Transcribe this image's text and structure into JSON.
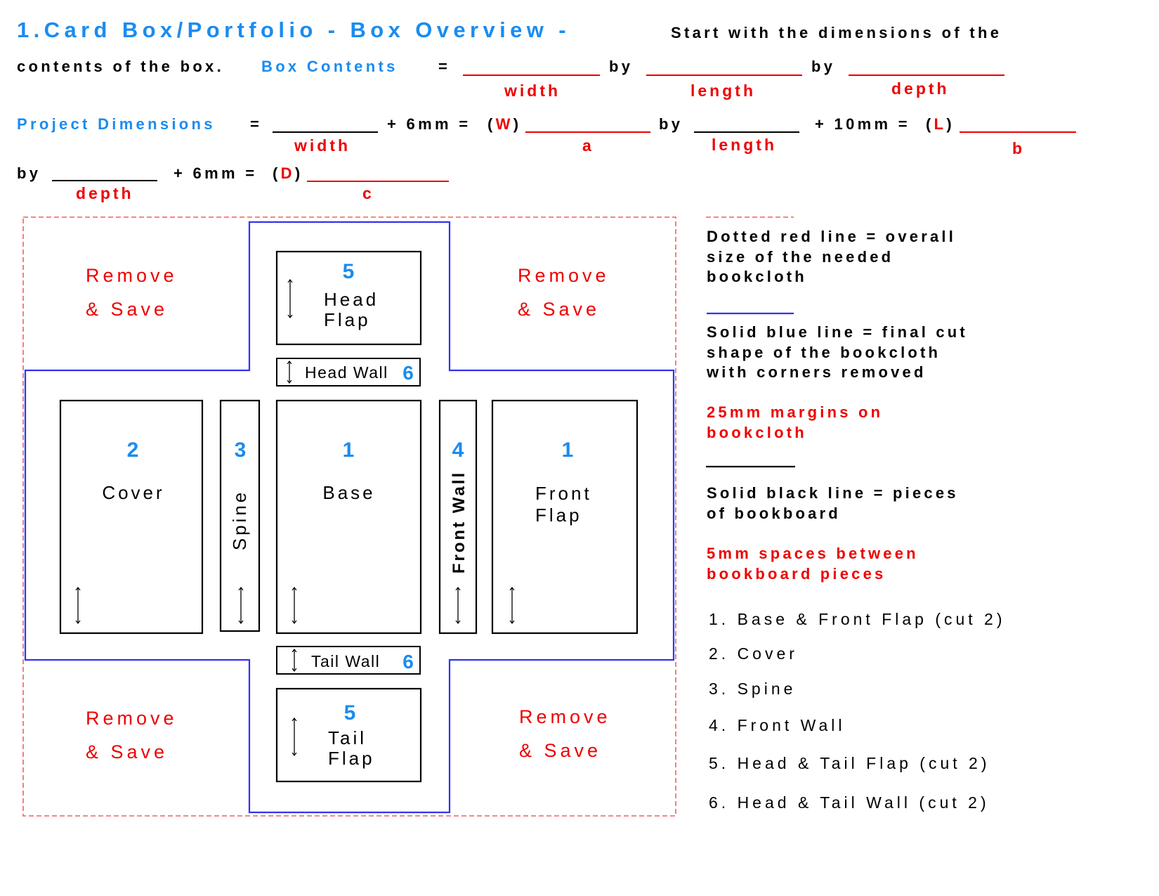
{
  "heading": {
    "title": "1.Card Box/Portfolio - Box Overview -",
    "intro_line1": "Start with the dimensions of the",
    "intro_line2": "contents of the box.",
    "box_contents_label": "Box Contents",
    "equals": "=",
    "by": "by",
    "box_contents_fields": [
      "width",
      "length",
      "depth"
    ]
  },
  "project": {
    "label": "Project Dimensions",
    "equals": "=",
    "by": "by",
    "width_field": "width",
    "width_add": "+ 6mm =",
    "width_letter": "W",
    "width_result": "a",
    "length_field": "length",
    "length_add": "+ 10mm =",
    "length_letter": "L",
    "length_result": "b",
    "depth_field": "depth",
    "depth_add": "+ 6mm =",
    "depth_letter": "D",
    "depth_result": "c"
  },
  "diagram": {
    "corner_line1": "Remove",
    "corner_line2": "& Save",
    "pieces": [
      {
        "number": "5",
        "label_line1": "Head",
        "label_line2": "Flap"
      },
      {
        "number": "6",
        "label": "Head Wall"
      },
      {
        "number": "2",
        "label": "Cover"
      },
      {
        "number": "3",
        "label": "Spine"
      },
      {
        "number": "1",
        "label": "Base"
      },
      {
        "number": "4",
        "label": "Front Wall"
      },
      {
        "number": "1",
        "label_line1": "Front",
        "label_line2": "Flap"
      },
      {
        "number": "6",
        "label": "Tail Wall"
      },
      {
        "number": "5",
        "label_line1": "Tail",
        "label_line2": "Flap"
      }
    ]
  },
  "legend": {
    "dotted_red": [
      "Dotted red line = overall",
      "size of the needed",
      "bookcloth"
    ],
    "solid_blue": [
      "Solid blue line = final cut",
      "shape of the bookcloth",
      "with corners removed"
    ],
    "margins": [
      "25mm margins on",
      "bookcloth"
    ],
    "solid_black": [
      "Solid black line = pieces",
      "of bookboard"
    ],
    "spaces": [
      "5mm spaces between",
      "bookboard pieces"
    ]
  },
  "parts_list": [
    "1. Base & Front Flap (cut 2)",
    "2. Cover",
    "3. Spine",
    "4. Front Wall",
    "5. Head & Tail Flap (cut 2)",
    "6. Head & Tail Wall (cut 2)"
  ],
  "colors": {
    "heading_blue": "#1a8cf0",
    "annotation_red": "#ee0000",
    "cut_line_blue": "#3333ee",
    "bookcloth_dashed_red": "#f06060"
  }
}
